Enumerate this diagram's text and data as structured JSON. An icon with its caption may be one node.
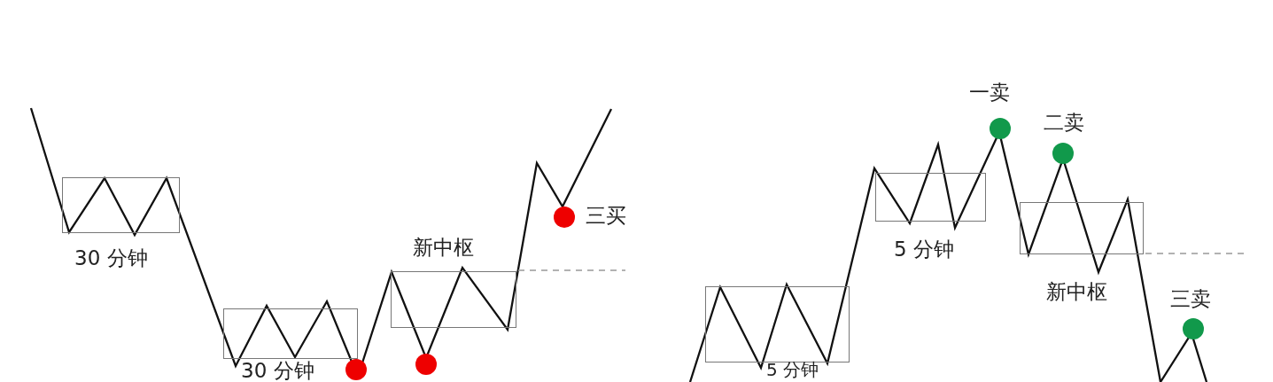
{
  "diagram": {
    "nodes": [
      {
        "text": [
          "30 分钟"
        ]
      },
      {
        "text": [
          "30 分钟"
        ]
      },
      {
        "text": [
          "新中枢"
        ]
      },
      {
        "text": [],
        "shape": "circle"
      },
      {
        "text": [],
        "shape": "circle"
      },
      {
        "text": [
          "三买"
        ]
      },
      {
        "text": [
          "5 分钟"
        ]
      },
      {
        "text": [
          "5 分钟"
        ]
      },
      {
        "text": [
          "新中枢"
        ]
      },
      {
        "text": [
          "一卖"
        ]
      },
      {
        "text": [
          "二卖"
        ]
      },
      {
        "text": [
          "三卖"
        ]
      }
    ]
  }
}
